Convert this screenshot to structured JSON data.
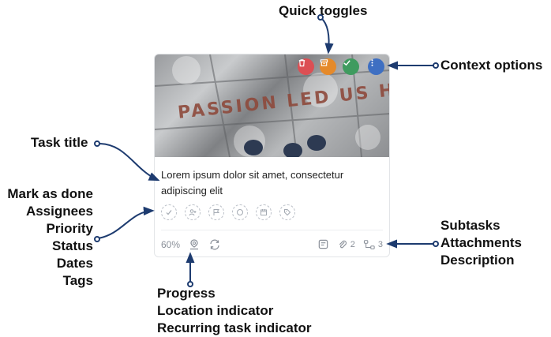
{
  "labels": {
    "quick_toggles": "Quick toggles",
    "context_options": "Context options",
    "task_title": "Task title",
    "mark_as_done": "Mark as done",
    "assignees": "Assignees",
    "priority": "Priority",
    "status": "Status",
    "dates": "Dates",
    "tags": "Tags",
    "subtasks": "Subtasks",
    "attachments": "Attachments",
    "description": "Description",
    "progress": "Progress",
    "location_indicator": "Location indicator",
    "recurring_indicator": "Recurring task indicator"
  },
  "card": {
    "cover_text": "PASSION LED US HERE",
    "title": "Lorem ipsum dolor sit amet, consectetur adipiscing elit",
    "progress": "60%",
    "attachments_count": "2",
    "subtasks_count": "3"
  },
  "toggles": [
    {
      "name": "delete",
      "icon": "trash-icon",
      "color": "#dc4f54"
    },
    {
      "name": "archive",
      "icon": "archive-icon",
      "color": "#e58a2b"
    },
    {
      "name": "complete",
      "icon": "check-icon",
      "color": "#3f9b5f"
    },
    {
      "name": "menu",
      "icon": "more-vertical-icon",
      "color": "#3e6fc2"
    }
  ],
  "colors": {
    "annotation": "#1d3b6f"
  }
}
